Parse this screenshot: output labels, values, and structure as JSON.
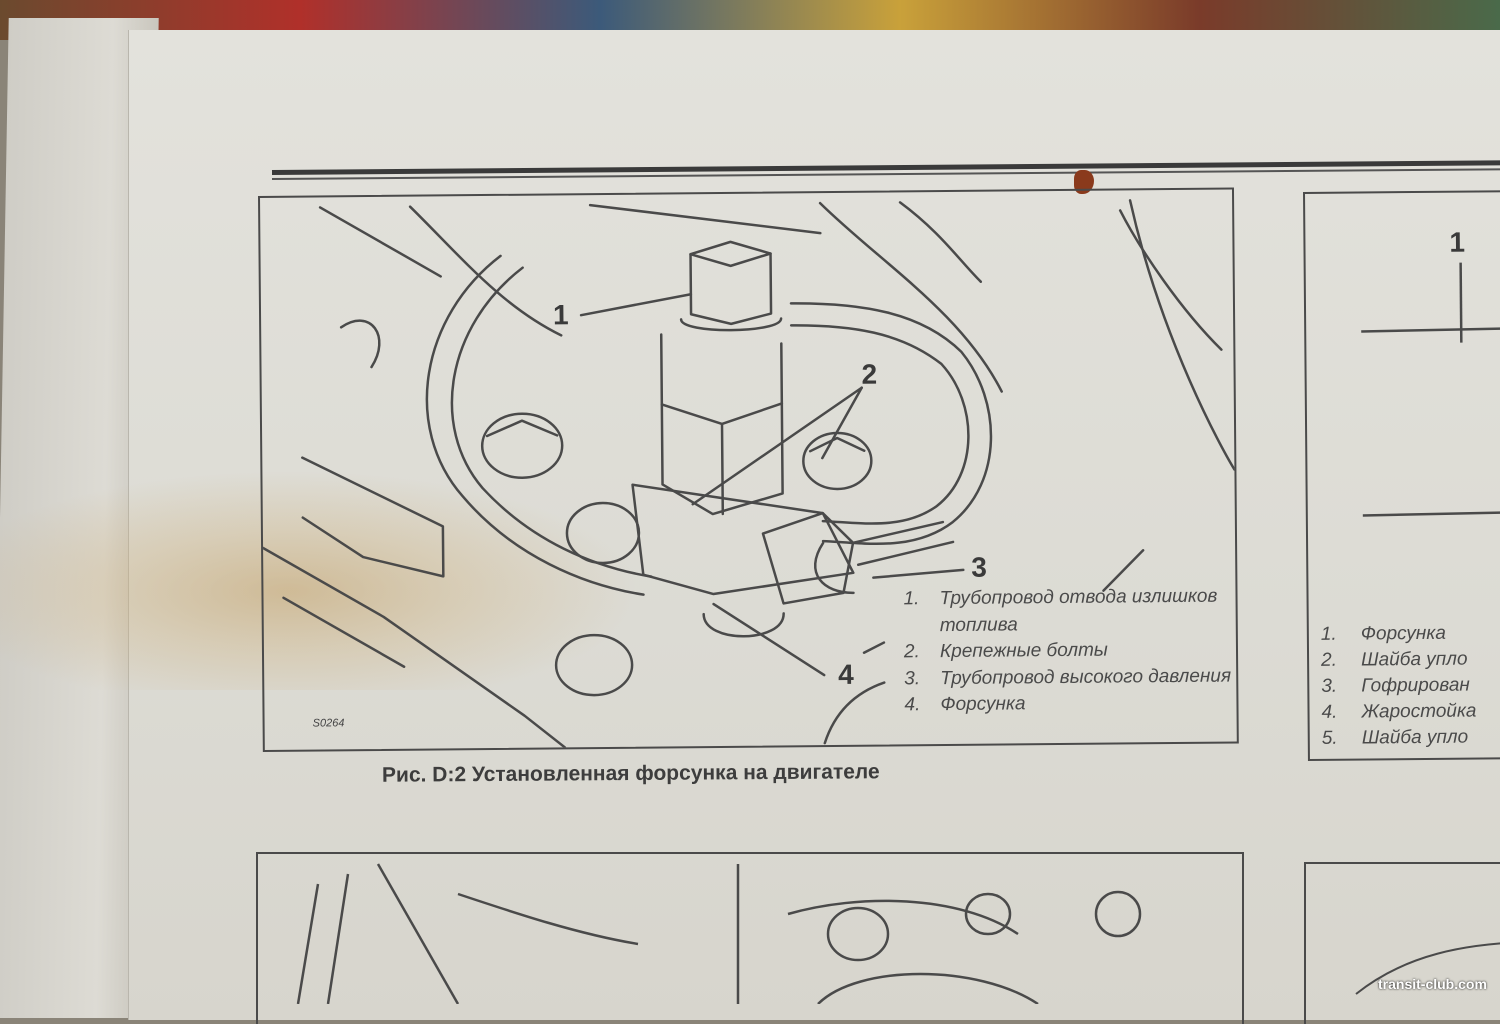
{
  "figure": {
    "callouts": [
      "1",
      "2",
      "3",
      "4"
    ],
    "drawing_code": "S0264",
    "legend": [
      {
        "num": "1.",
        "text": "Трубопровод отвода излишков топлива"
      },
      {
        "num": "2.",
        "text": "Крепежные болты"
      },
      {
        "num": "3.",
        "text": "Трубопровод высокого давления"
      },
      {
        "num": "4.",
        "text": "Форсунка"
      }
    ],
    "caption": "Рис. D:2 Установленная форсунка на двигателе"
  },
  "right_figure": {
    "callout": "1",
    "legend": [
      {
        "num": "1.",
        "text": "Форсунка"
      },
      {
        "num": "2.",
        "text": "Шайба упло"
      },
      {
        "num": "3.",
        "text": "Гофрирован"
      },
      {
        "num": "4.",
        "text": "Жаростойка"
      },
      {
        "num": "5.",
        "text": "Шайба упло"
      }
    ]
  },
  "watermark": "transit-club.com"
}
